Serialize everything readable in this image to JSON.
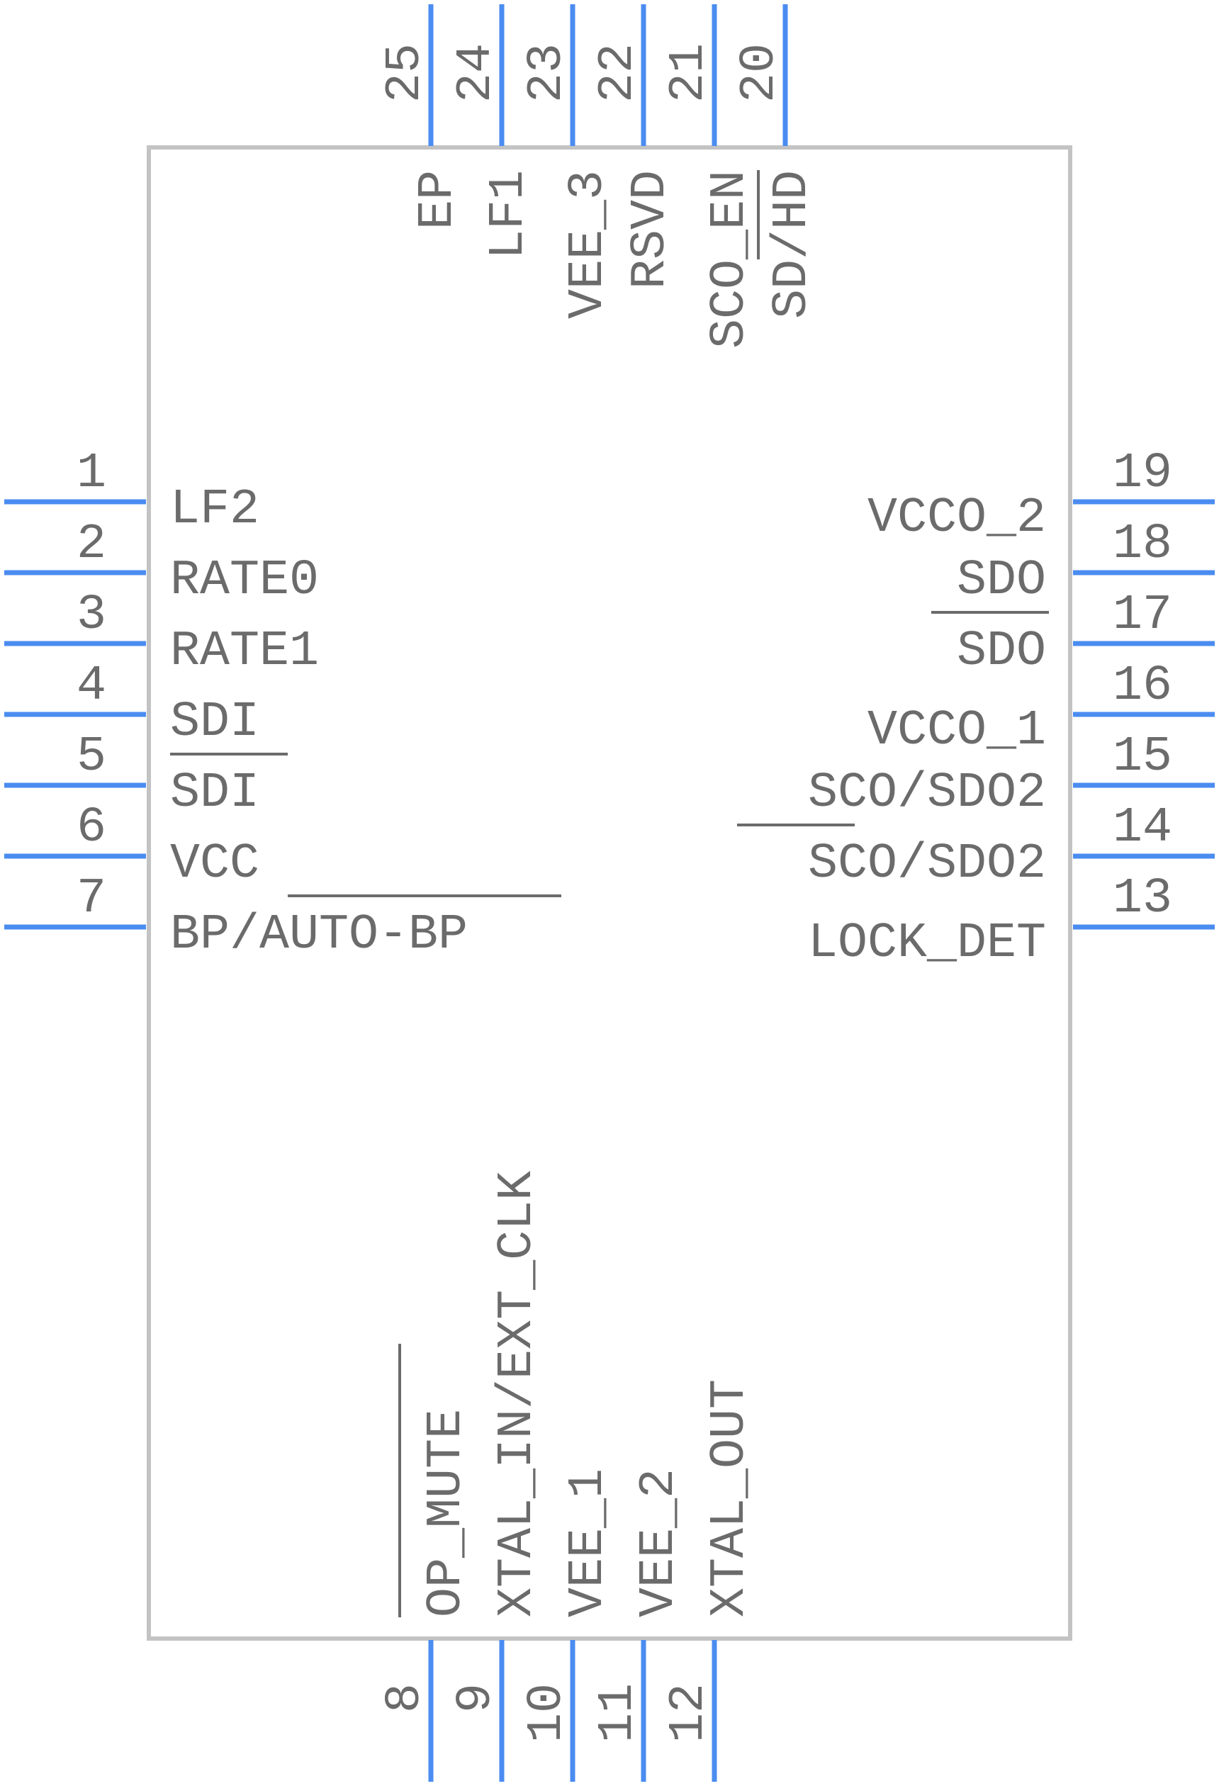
{
  "colors": {
    "pin": "#4a8cf0",
    "body_outline": "#c3c3c3",
    "text": "#6b6b6b"
  },
  "pins": {
    "p1": {
      "num": "1",
      "name": "LF2"
    },
    "p2": {
      "num": "2",
      "name": "RATE0"
    },
    "p3": {
      "num": "3",
      "name": "RATE1"
    },
    "p4": {
      "num": "4",
      "name": "SDI"
    },
    "p5": {
      "num": "5",
      "name": "SDI"
    },
    "p6": {
      "num": "6",
      "name": "VCC"
    },
    "p7": {
      "num": "7",
      "name": "BP/AUTO-BP"
    },
    "p8": {
      "num": "8",
      "name": "OP_MUTE"
    },
    "p9": {
      "num": "9",
      "name": "XTAL_IN/EXT_CLK"
    },
    "p10": {
      "num": "10",
      "name": "VEE_1"
    },
    "p11": {
      "num": "11",
      "name": "VEE_2"
    },
    "p12": {
      "num": "12",
      "name": "XTAL_OUT"
    },
    "p13": {
      "num": "13",
      "name": "LOCK_DET"
    },
    "p14": {
      "num": "14",
      "name": "SCO/SDO2"
    },
    "p15": {
      "num": "15",
      "name": "SCO/SDO2"
    },
    "p16": {
      "num": "16",
      "name": "VCCO_1"
    },
    "p17": {
      "num": "17",
      "name": "SDO"
    },
    "p18": {
      "num": "18",
      "name": "SDO"
    },
    "p19": {
      "num": "19",
      "name": "VCCO_2"
    },
    "p20": {
      "num": "20",
      "name": "SD/HD"
    },
    "p21": {
      "num": "21",
      "name": "SCO_EN"
    },
    "p22": {
      "num": "22",
      "name": "RSVD"
    },
    "p23": {
      "num": "23",
      "name": "VEE_3"
    },
    "p24": {
      "num": "24",
      "name": "LF1"
    },
    "p25": {
      "num": "25",
      "name": "EP"
    }
  }
}
